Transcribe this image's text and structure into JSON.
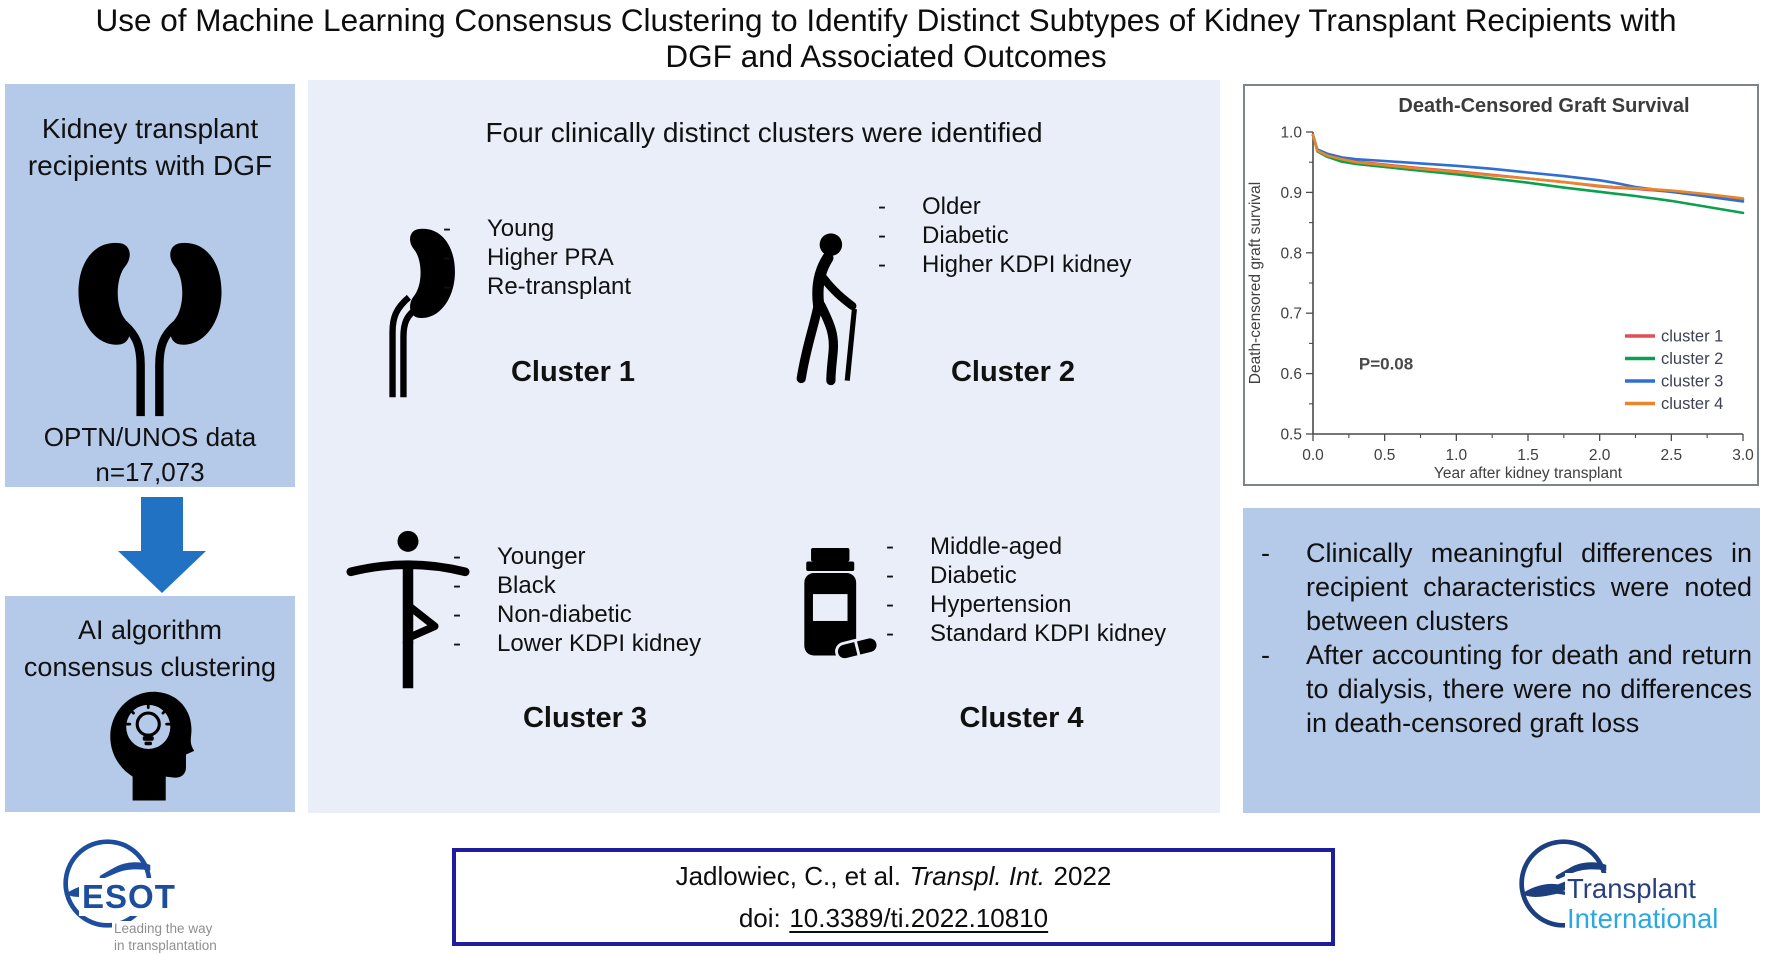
{
  "title": {
    "line1": "Use of Machine Learning Consensus Clustering to Identify Distinct Subtypes of Kidney Transplant Recipients with",
    "line2": "DGF and Associated Outcomes"
  },
  "source_panel": {
    "title": "Kidney transplant recipients with DGF",
    "icon": "kidneys-icon",
    "data_source": "OPTN/UNOS data",
    "sample_size": "n=17,073"
  },
  "algorithm_panel": {
    "title": "AI algorithm consensus clustering",
    "icon": "head-lightbulb-icon"
  },
  "clusters_panel": {
    "header": "Four clinically distinct clusters were identified",
    "bullet_marker": "-",
    "clusters": [
      {
        "label": "Cluster 1",
        "icon": "kidney-icon",
        "traits": [
          "Young",
          "Higher PRA",
          "Re-transplant"
        ]
      },
      {
        "label": "Cluster 2",
        "icon": "elderly-person-icon",
        "traits": [
          "Older",
          "Diabetic",
          "Higher KDPI kidney"
        ]
      },
      {
        "label": "Cluster 3",
        "icon": "yoga-person-icon",
        "traits": [
          "Younger",
          "Black",
          "Non-diabetic",
          "Lower KDPI kidney"
        ]
      },
      {
        "label": "Cluster 4",
        "icon": "pill-bottle-icon",
        "traits": [
          "Middle-aged",
          "Diabetic",
          "Hypertension",
          "Standard KDPI kidney"
        ]
      }
    ]
  },
  "chart_data": {
    "type": "line",
    "title": "Death-Censored Graft Survival",
    "xlabel": "Year after kidney transplant",
    "ylabel": "Death-censored graft survival",
    "xlim": [
      0.0,
      3.0
    ],
    "ylim": [
      0.5,
      1.0
    ],
    "xticks": [
      0.0,
      0.5,
      1.0,
      1.5,
      2.0,
      2.5,
      3.0
    ],
    "yticks": [
      0.5,
      0.6,
      0.7,
      0.8,
      0.9,
      1.0
    ],
    "grid": false,
    "legend_position": "right-lower",
    "annotation": "P=0.08",
    "x": [
      0,
      0.03,
      0.1,
      0.2,
      0.3,
      0.5,
      0.75,
      1.0,
      1.25,
      1.5,
      1.75,
      2.0,
      2.1,
      2.25,
      2.5,
      2.75,
      3.0
    ],
    "series": [
      {
        "name": "cluster 1",
        "color": "#e04f55",
        "values": [
          0.995,
          0.97,
          0.962,
          0.956,
          0.951,
          0.946,
          0.94,
          0.935,
          0.929,
          0.923,
          0.917,
          0.91,
          0.908,
          0.906,
          0.901,
          0.896,
          0.888
        ]
      },
      {
        "name": "cluster 2",
        "color": "#0ba04f",
        "values": [
          0.995,
          0.968,
          0.959,
          0.951,
          0.947,
          0.942,
          0.936,
          0.93,
          0.923,
          0.916,
          0.908,
          0.901,
          0.898,
          0.894,
          0.886,
          0.876,
          0.866
        ]
      },
      {
        "name": "cluster 3",
        "color": "#2e6fd0",
        "values": [
          0.995,
          0.971,
          0.964,
          0.958,
          0.955,
          0.952,
          0.948,
          0.944,
          0.939,
          0.933,
          0.927,
          0.92,
          0.916,
          0.909,
          0.901,
          0.893,
          0.885
        ]
      },
      {
        "name": "cluster 4",
        "color": "#e7862b",
        "values": [
          0.995,
          0.969,
          0.961,
          0.955,
          0.95,
          0.945,
          0.939,
          0.934,
          0.928,
          0.923,
          0.917,
          0.911,
          0.909,
          0.907,
          0.903,
          0.897,
          0.89
        ]
      }
    ]
  },
  "findings_panel": {
    "bullet_marker": "-",
    "bullets": [
      "Clinically meaningful differences in recipient characteristics were noted between clusters",
      "After accounting for death and return to dialysis, there were no differences in death-censored graft loss"
    ]
  },
  "citation": {
    "authors": "Jadlowiec, C., et al.",
    "journal": "Transpl. Int.",
    "year": "2022",
    "doi_label": "doi:",
    "doi": "10.3389/ti.2022.10810"
  },
  "logos": {
    "esot": {
      "wordmark": "ESOT",
      "tagline_line1": "Leading the way",
      "tagline_line2": "in transplantation"
    },
    "transplant_international": {
      "line1": "Transplant",
      "line2": "International"
    }
  },
  "colors": {
    "panel_blue": "#b5c9e8",
    "panel_light": "#e9eef8",
    "arrow_blue": "#2272c3",
    "citation_border": "#1f1d9c",
    "esot_navy": "#1d4e9e",
    "ti_cyan": "#2aa9e0"
  }
}
